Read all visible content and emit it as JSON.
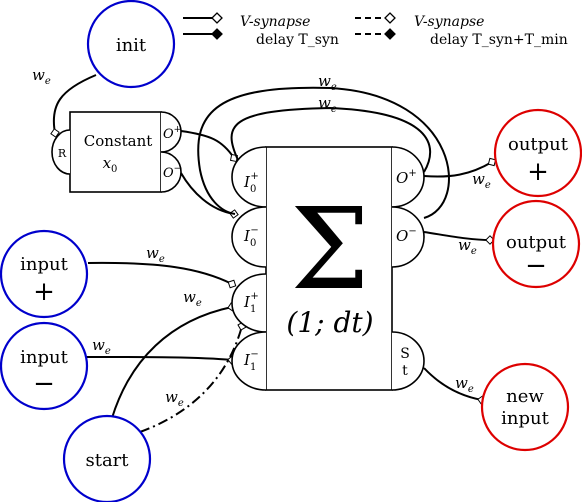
{
  "legend": {
    "row1_name": "V-synapse",
    "row1_delay": "delay T_syn",
    "row2_name": "V-synapse",
    "row2_delay": "delay T_syn+T_min"
  },
  "nodes": {
    "init": "init",
    "input_plus": "input",
    "input_plus_sign": "+",
    "input_minus": "input",
    "input_minus_sign": "−",
    "start": "start",
    "output_plus": "output",
    "output_plus_sign": "+",
    "output_minus": "output",
    "output_minus_sign": "−",
    "new_input_1": "new",
    "new_input_2": "input"
  },
  "constant_block": {
    "title": "Constant",
    "value_base": "x",
    "value_sub": "0",
    "port_reset": "R",
    "port_out_plus": "O",
    "port_out_plus_sup": "+",
    "port_out_minus": "O",
    "port_out_minus_sup": "−"
  },
  "sum_block": {
    "symbol": "Σ",
    "param": "(1; dt)",
    "ports": {
      "in0p": "I",
      "in0p_sub": "0",
      "in0p_sup": "+",
      "in0m": "I",
      "in0m_sub": "0",
      "in0m_sup": "−",
      "in1p": "I",
      "in1p_sub": "1",
      "in1p_sup": "+",
      "in1m": "I",
      "in1m_sub": "1",
      "in1m_sup": "−",
      "outp": "O",
      "outp_sup": "+",
      "outm": "O",
      "outm_sup": "−",
      "st_top": "S",
      "st_bottom": "t"
    }
  },
  "weights": {
    "w_base": "w",
    "w_sub": "e"
  },
  "colors": {
    "input_node": "#0000cc",
    "output_node": "#dd0000",
    "line": "#000000"
  }
}
